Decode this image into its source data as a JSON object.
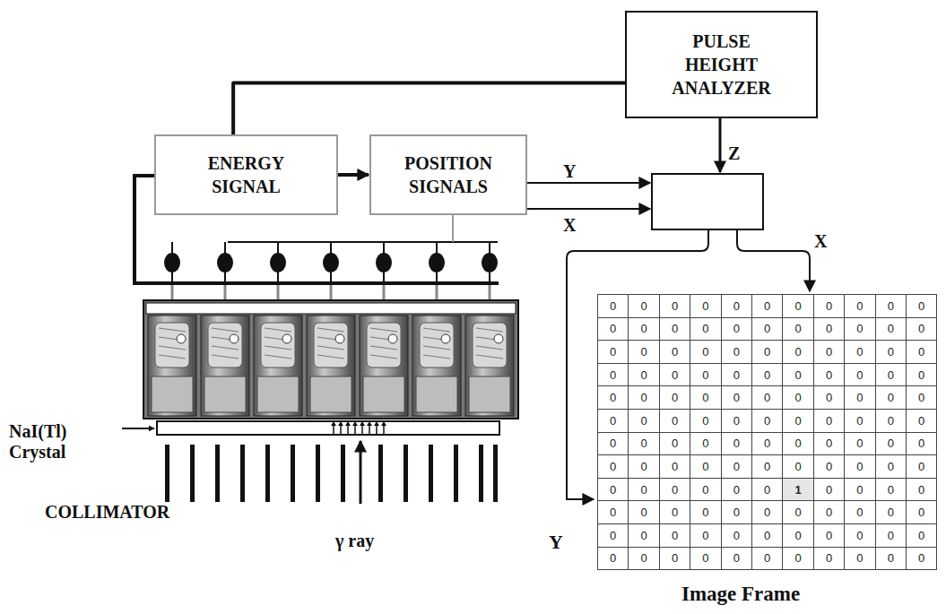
{
  "diagram": {
    "nodes": [
      {
        "text": [
          "ENERGY SIGNAL"
        ]
      },
      {
        "text": [
          "POSITION SIGNALS"
        ]
      },
      {
        "text": [
          "PULSE HEIGHT ANALYZER"
        ]
      }
    ],
    "edges": [
      {
        "from": 0,
        "to": 1,
        "arrow": "to"
      },
      {
        "from": 0,
        "to": 2,
        "arrow": "none"
      }
    ],
    "labels": [
      "Y",
      "X",
      "Z",
      "X",
      "Y",
      "NaI(Tl) Crystal",
      "COLLIMATOR",
      "γ ray",
      "0",
      "0",
      "0",
      "0",
      "0",
      "0",
      "0",
      "0",
      "0",
      "0",
      "0",
      "0",
      "0",
      "0",
      "0",
      "0",
      "0",
      "0",
      "0",
      "0",
      "0",
      "0",
      "0",
      "0",
      "0",
      "0",
      "0",
      "0",
      "0",
      "0",
      "0",
      "0",
      "0",
      "0",
      "0",
      "0",
      "0",
      "0",
      "0",
      "0",
      "0",
      "0",
      "0",
      "0",
      "0",
      "0",
      "0",
      "0",
      "0",
      "0",
      "0",
      "0",
      "0",
      "0",
      "0",
      "0",
      "0",
      "0",
      "0",
      "0",
      "0",
      "0",
      "0",
      "0",
      "0",
      "0",
      "0",
      "0",
      "0",
      "0",
      "0",
      "0",
      "0",
      "0",
      "0",
      "0",
      "0",
      "0",
      "0",
      "0",
      "0",
      "0",
      "0",
      "0",
      "0",
      "0",
      "0",
      "0",
      "0",
      "0",
      "0",
      "0",
      "0",
      "0",
      "1",
      "0",
      "0",
      "0",
      "0",
      "0",
      "0",
      "0",
      "0",
      "0",
      "0",
      "0",
      "0",
      "0",
      "0",
      "0",
      "0",
      "0",
      "0",
      "0",
      "0",
      "0",
      "0",
      "0",
      "0",
      "0",
      "0",
      "0",
      "0",
      "0",
      "0",
      "0",
      "0",
      "0",
      "0",
      "0",
      "0",
      "0",
      "Image Frame"
    ]
  }
}
